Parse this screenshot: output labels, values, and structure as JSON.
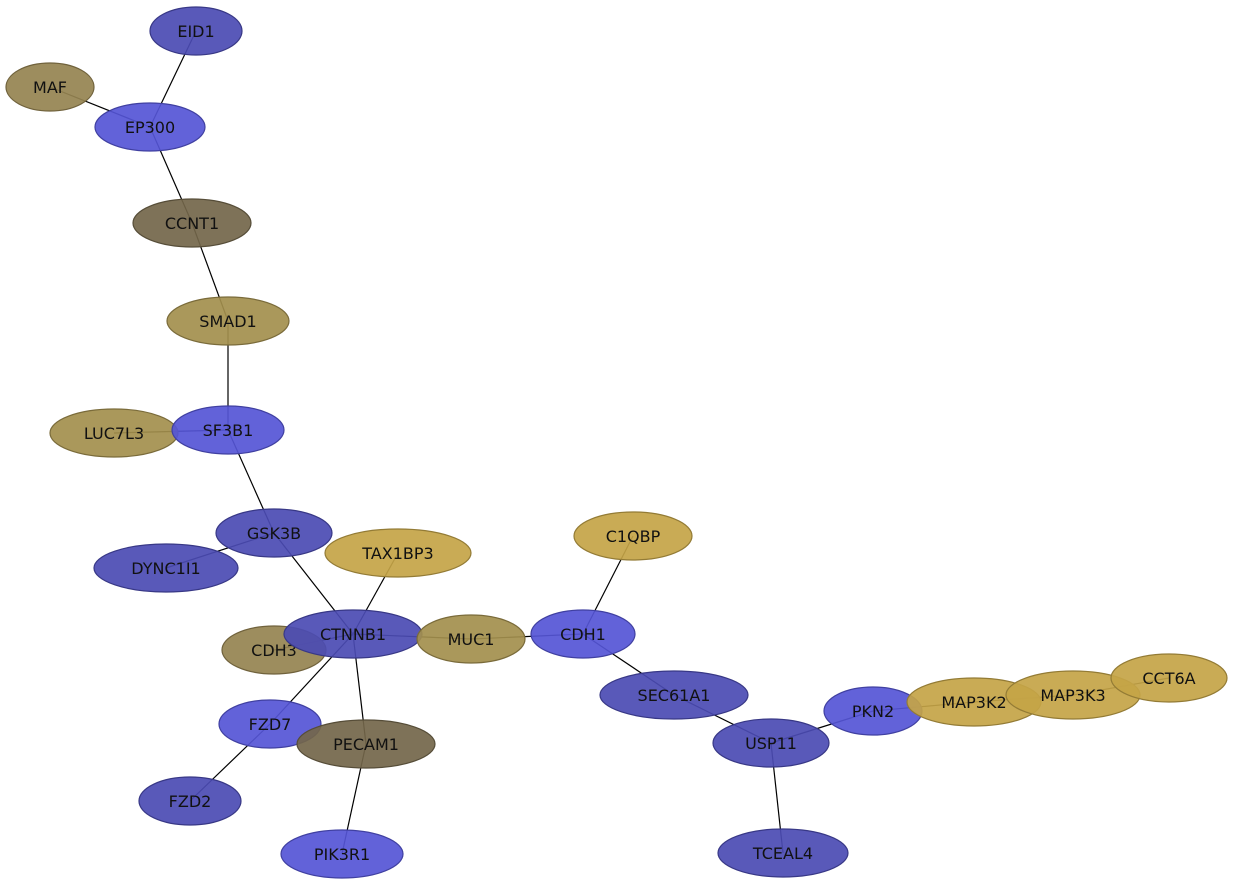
{
  "colors": {
    "blue": "#5555d6",
    "dark_blue": "#4b4bb3",
    "olive": "#958350",
    "dark_olive": "#73664a",
    "khaki": "#c4a447",
    "tan": "#a38f4d",
    "edge": "#000000"
  },
  "nodes": [
    {
      "id": "EID1",
      "label": "EID1",
      "color": "dark_blue"
    },
    {
      "id": "MAF",
      "label": "MAF",
      "color": "olive"
    },
    {
      "id": "EP300",
      "label": "EP300",
      "color": "blue"
    },
    {
      "id": "CCNT1",
      "label": "CCNT1",
      "color": "dark_olive"
    },
    {
      "id": "SMAD1",
      "label": "SMAD1",
      "color": "tan"
    },
    {
      "id": "LUC7L3",
      "label": "LUC7L3",
      "color": "tan"
    },
    {
      "id": "SF3B1",
      "label": "SF3B1",
      "color": "blue"
    },
    {
      "id": "GSK3B",
      "label": "GSK3B",
      "color": "dark_blue"
    },
    {
      "id": "DYNC1I1",
      "label": "DYNC1I1",
      "color": "dark_blue"
    },
    {
      "id": "TAX1BP3",
      "label": "TAX1BP3",
      "color": "khaki"
    },
    {
      "id": "C1QBP",
      "label": "C1QBP",
      "color": "khaki"
    },
    {
      "id": "CDH3",
      "label": "CDH3",
      "color": "olive"
    },
    {
      "id": "CTNNB1",
      "label": "CTNNB1",
      "color": "dark_blue"
    },
    {
      "id": "MUC1",
      "label": "MUC1",
      "color": "tan"
    },
    {
      "id": "CDH1",
      "label": "CDH1",
      "color": "blue"
    },
    {
      "id": "SEC61A1",
      "label": "SEC61A1",
      "color": "dark_blue"
    },
    {
      "id": "FZD7",
      "label": "FZD7",
      "color": "blue"
    },
    {
      "id": "PECAM1",
      "label": "PECAM1",
      "color": "dark_olive"
    },
    {
      "id": "USP11",
      "label": "USP11",
      "color": "dark_blue"
    },
    {
      "id": "PKN2",
      "label": "PKN2",
      "color": "blue"
    },
    {
      "id": "MAP3K2",
      "label": "MAP3K2",
      "color": "khaki"
    },
    {
      "id": "MAP3K3",
      "label": "MAP3K3",
      "color": "khaki"
    },
    {
      "id": "CCT6A",
      "label": "CCT6A",
      "color": "khaki"
    },
    {
      "id": "FZD2",
      "label": "FZD2",
      "color": "dark_blue"
    },
    {
      "id": "PIK3R1",
      "label": "PIK3R1",
      "color": "blue"
    },
    {
      "id": "TCEAL4",
      "label": "TCEAL4",
      "color": "dark_blue"
    }
  ],
  "edges": [
    [
      "EID1",
      "EP300"
    ],
    [
      "MAF",
      "EP300"
    ],
    [
      "EP300",
      "CCNT1"
    ],
    [
      "CCNT1",
      "SMAD1"
    ],
    [
      "SMAD1",
      "SF3B1"
    ],
    [
      "LUC7L3",
      "SF3B1"
    ],
    [
      "SF3B1",
      "GSK3B"
    ],
    [
      "GSK3B",
      "DYNC1I1"
    ],
    [
      "GSK3B",
      "CTNNB1"
    ],
    [
      "TAX1BP3",
      "CTNNB1"
    ],
    [
      "CDH3",
      "CTNNB1"
    ],
    [
      "CTNNB1",
      "MUC1"
    ],
    [
      "CTNNB1",
      "FZD7"
    ],
    [
      "CTNNB1",
      "PECAM1"
    ],
    [
      "MUC1",
      "CDH1"
    ],
    [
      "C1QBP",
      "CDH1"
    ],
    [
      "CDH1",
      "SEC61A1"
    ],
    [
      "SEC61A1",
      "USP11"
    ],
    [
      "USP11",
      "PKN2"
    ],
    [
      "USP11",
      "TCEAL4"
    ],
    [
      "PKN2",
      "MAP3K2"
    ],
    [
      "MAP3K2",
      "MAP3K3"
    ],
    [
      "MAP3K3",
      "CCT6A"
    ],
    [
      "FZD7",
      "FZD2"
    ],
    [
      "PECAM1",
      "PIK3R1"
    ]
  ]
}
